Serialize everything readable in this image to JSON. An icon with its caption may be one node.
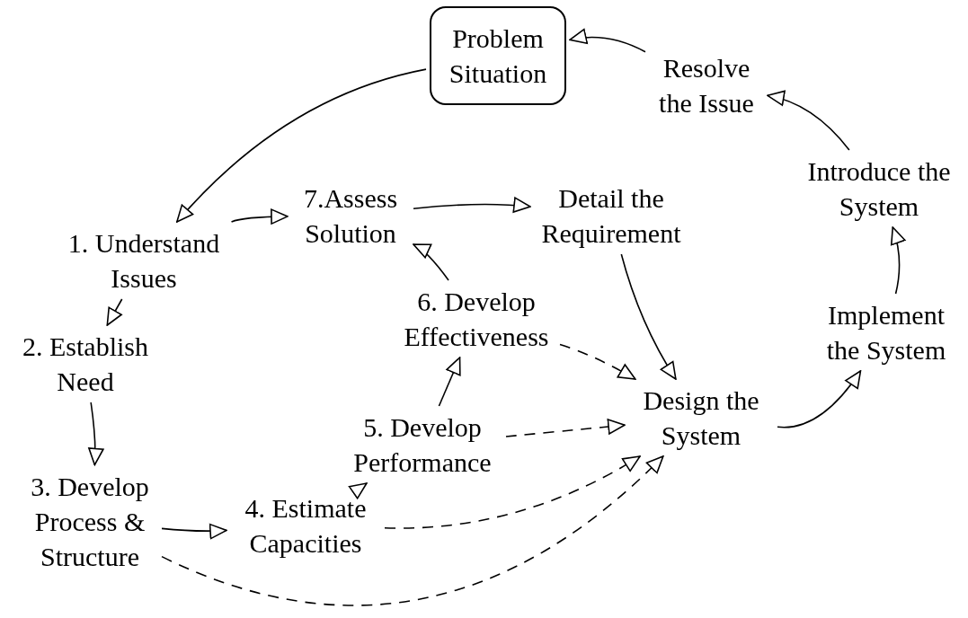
{
  "diagram": {
    "nodes": [
      {
        "text": [
          "Problem Situation"
        ]
      },
      {
        "text": [
          "Resolve the Issue"
        ]
      },
      {
        "text": [
          "Introduce the System"
        ]
      },
      {
        "text": [
          "7.Assess Solution"
        ]
      },
      {
        "text": [
          "Detail the Requirement"
        ]
      },
      {
        "text": [
          "1. Understand Issues"
        ]
      },
      {
        "text": [
          "6. Develop Effectiveness"
        ]
      },
      {
        "text": [
          "Implement the System"
        ]
      },
      {
        "text": [
          "2. Establish Need"
        ]
      },
      {
        "text": [
          "Design the System"
        ]
      },
      {
        "text": [
          "5. Develop Performance"
        ]
      },
      {
        "text": [
          "3. Develop Process & Structure"
        ]
      },
      {
        "text": [
          "4. Estimate Capacities"
        ]
      }
    ],
    "edges": [
      {
        "from": 0,
        "to": 5,
        "arrow": "to"
      },
      {
        "from": 5,
        "to": 3,
        "arrow": "to"
      },
      {
        "from": 3,
        "to": 4,
        "arrow": "to"
      },
      {
        "from": 4,
        "to": 9,
        "arrow": "to"
      },
      {
        "from": 5,
        "to": 8,
        "arrow": "to"
      },
      {
        "from": 8,
        "to": 11,
        "arrow": "to"
      },
      {
        "from": 11,
        "to": 12,
        "arrow": "to"
      },
      {
        "from": 12,
        "to": 10,
        "arrow": "to"
      },
      {
        "from": 10,
        "to": 6,
        "arrow": "to"
      },
      {
        "from": 6,
        "to": 3,
        "arrow": "to"
      },
      {
        "from": 6,
        "to": 9,
        "arrow": "to",
        "style": "dashed"
      },
      {
        "from": 10,
        "to": 9,
        "arrow": "to",
        "style": "dashed"
      },
      {
        "from": 12,
        "to": 9,
        "arrow": "to",
        "style": "dashed"
      },
      {
        "from": 11,
        "to": 9,
        "arrow": "to",
        "style": "dashed"
      },
      {
        "from": 9,
        "to": 7,
        "arrow": "to"
      },
      {
        "from": 7,
        "to": 2,
        "arrow": "to"
      },
      {
        "from": 2,
        "to": 1,
        "arrow": "to"
      },
      {
        "from": 1,
        "to": 0,
        "arrow": "to"
      }
    ]
  }
}
